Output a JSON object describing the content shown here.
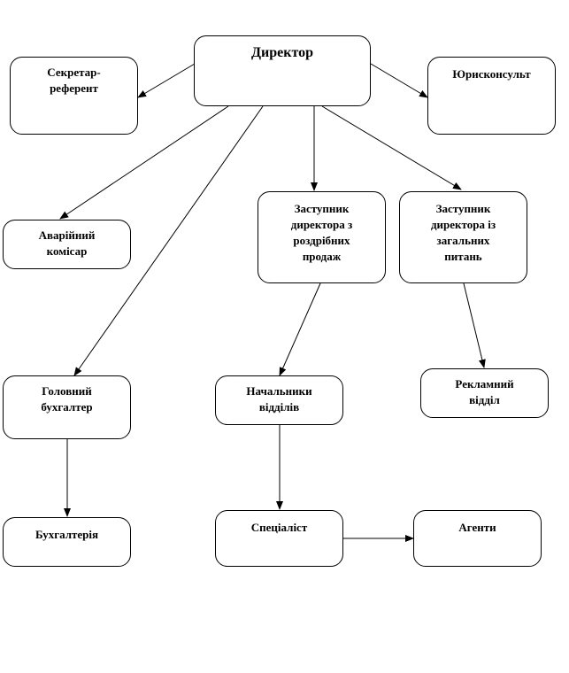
{
  "diagram": {
    "nodes": {
      "director": "Директор",
      "secretary": "Секретар-\nреферент",
      "lawyer": "Юрисконсульт",
      "emergency_commissioner": "Аварійний\nкомісар",
      "deputy_retail": "Заступник\nдиректора з\nроздрібних\nпродаж",
      "deputy_general": "Заступник\nдиректора із\nзагальних\nпитань",
      "chief_accountant": "Головний\nбухгалтер",
      "department_heads": "Начальники\nвідділів",
      "advertising_department": "Рекламний\nвідділ",
      "accounting": "Бухгалтерія",
      "specialist": "Спеціаліст",
      "agents": "Агенти"
    },
    "edges": [
      {
        "from": "director",
        "to": "secretary"
      },
      {
        "from": "director",
        "to": "lawyer"
      },
      {
        "from": "director",
        "to": "emergency_commissioner"
      },
      {
        "from": "director",
        "to": "chief_accountant"
      },
      {
        "from": "director",
        "to": "deputy_retail"
      },
      {
        "from": "director",
        "to": "deputy_general"
      },
      {
        "from": "deputy_retail",
        "to": "department_heads"
      },
      {
        "from": "deputy_general",
        "to": "advertising_department"
      },
      {
        "from": "chief_accountant",
        "to": "accounting"
      },
      {
        "from": "department_heads",
        "to": "specialist"
      },
      {
        "from": "specialist",
        "to": "agents"
      }
    ]
  }
}
